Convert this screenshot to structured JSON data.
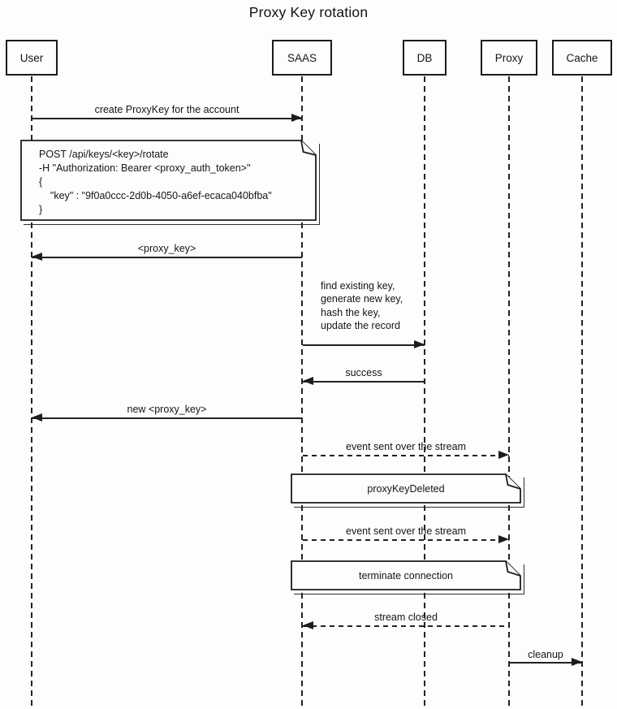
{
  "diagram": {
    "title": "Proxy Key rotation",
    "participants": [
      {
        "id": "user",
        "label": "User"
      },
      {
        "id": "saas",
        "label": "SAAS"
      },
      {
        "id": "db",
        "label": "DB"
      },
      {
        "id": "proxy",
        "label": "Proxy"
      },
      {
        "id": "cache",
        "label": "Cache"
      }
    ],
    "messages": [
      {
        "from": "User",
        "to": "SAAS",
        "line": "solid",
        "label": "create ProxyKey for the account"
      },
      {
        "from": "SAAS",
        "to": "User",
        "line": "solid",
        "label": "<proxy_key>"
      },
      {
        "from": "SAAS",
        "to": "DB",
        "line": "solid",
        "label": "find existing key,\ngenerate new key,\nhash the key,\nupdate the record"
      },
      {
        "from": "DB",
        "to": "SAAS",
        "line": "solid",
        "label": "success"
      },
      {
        "from": "SAAS",
        "to": "User",
        "line": "solid",
        "label": "new <proxy_key>"
      },
      {
        "from": "SAAS",
        "to": "Proxy",
        "line": "dashed",
        "label": "event sent over the stream"
      },
      {
        "from": "SAAS",
        "to": "Proxy",
        "line": "dashed",
        "label": "event sent over the stream"
      },
      {
        "from": "Proxy",
        "to": "SAAS",
        "line": "dashed",
        "label": "stream closed"
      },
      {
        "from": "Proxy",
        "to": "Cache",
        "line": "solid",
        "label": "cleanup"
      }
    ],
    "notes": [
      {
        "over": "User,SAAS",
        "text": "POST /api/keys/<key>/rotate\n-H \"Authorization: Bearer <proxy_auth_token>\"\n{\n    \"key\" : \"9f0a0ccc-2d0b-4050-a6ef-ecaca040bfba\"\n}"
      },
      {
        "over": "SAAS,Proxy",
        "text": "proxyKeyDeleted"
      },
      {
        "over": "SAAS,Proxy",
        "text": "terminate connection"
      }
    ],
    "colors": {
      "line": "#222222",
      "text": "#151515",
      "background": "#fdfdfd",
      "note_fill": "#fdfdfd"
    }
  }
}
